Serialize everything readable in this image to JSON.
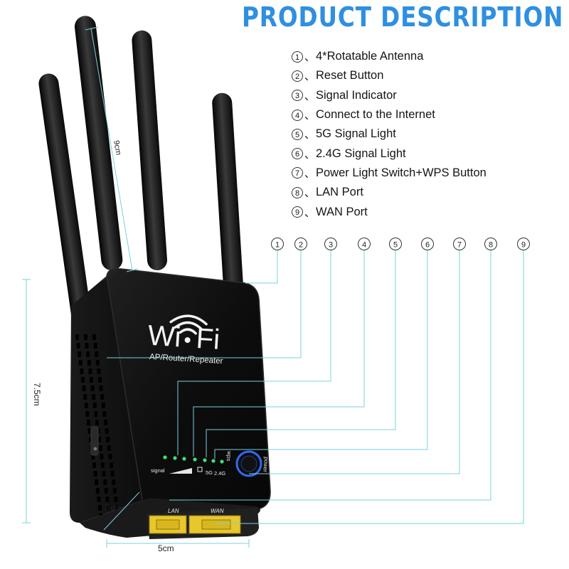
{
  "title": "PRODUCT DESCRIPTION",
  "legend": [
    {
      "num": "1",
      "sep": "、",
      "label": "4*Rotatable Antenna"
    },
    {
      "num": "2",
      "sep": "、",
      "label": "Reset Button"
    },
    {
      "num": "3",
      "sep": "、",
      "label": "Signal Indicator"
    },
    {
      "num": "4",
      "sep": "、",
      "label": "Connect to the Internet"
    },
    {
      "num": "5",
      "sep": "、",
      "label": "5G Signal Light"
    },
    {
      "num": "6",
      "sep": "、",
      "label": "2.4G Signal Light"
    },
    {
      "num": "7",
      "sep": "、",
      "label": "Power Light Switch+WPS Button"
    },
    {
      "num": "8",
      "sep": "、",
      "label": "LAN Port"
    },
    {
      "num": "9",
      "sep": "、",
      "label": "WAN Port"
    }
  ],
  "callout_numbers": [
    "1",
    "2",
    "3",
    "4",
    "5",
    "6",
    "7",
    "8",
    "9"
  ],
  "dimensions": {
    "antenna": "9cm",
    "height": "7.5cm",
    "depth": "3cm",
    "width": "5cm"
  },
  "device": {
    "logo_wi": "Wi",
    "logo_fi": "Fi",
    "subtitle": "AP/Router/Repeater",
    "signal_label": "signal",
    "label_5g": "5G",
    "label_24g": "2.4G",
    "label_wps": "wps",
    "label_power": "power",
    "port_lan": "LAN",
    "port_wan": "WAN"
  },
  "colors": {
    "title": "#2f8fe0",
    "leader_line": "#7ad0de",
    "led": "#3ee07a",
    "power_ring": "#2f6df0",
    "port": "#e8c72c",
    "body": "#141414"
  }
}
